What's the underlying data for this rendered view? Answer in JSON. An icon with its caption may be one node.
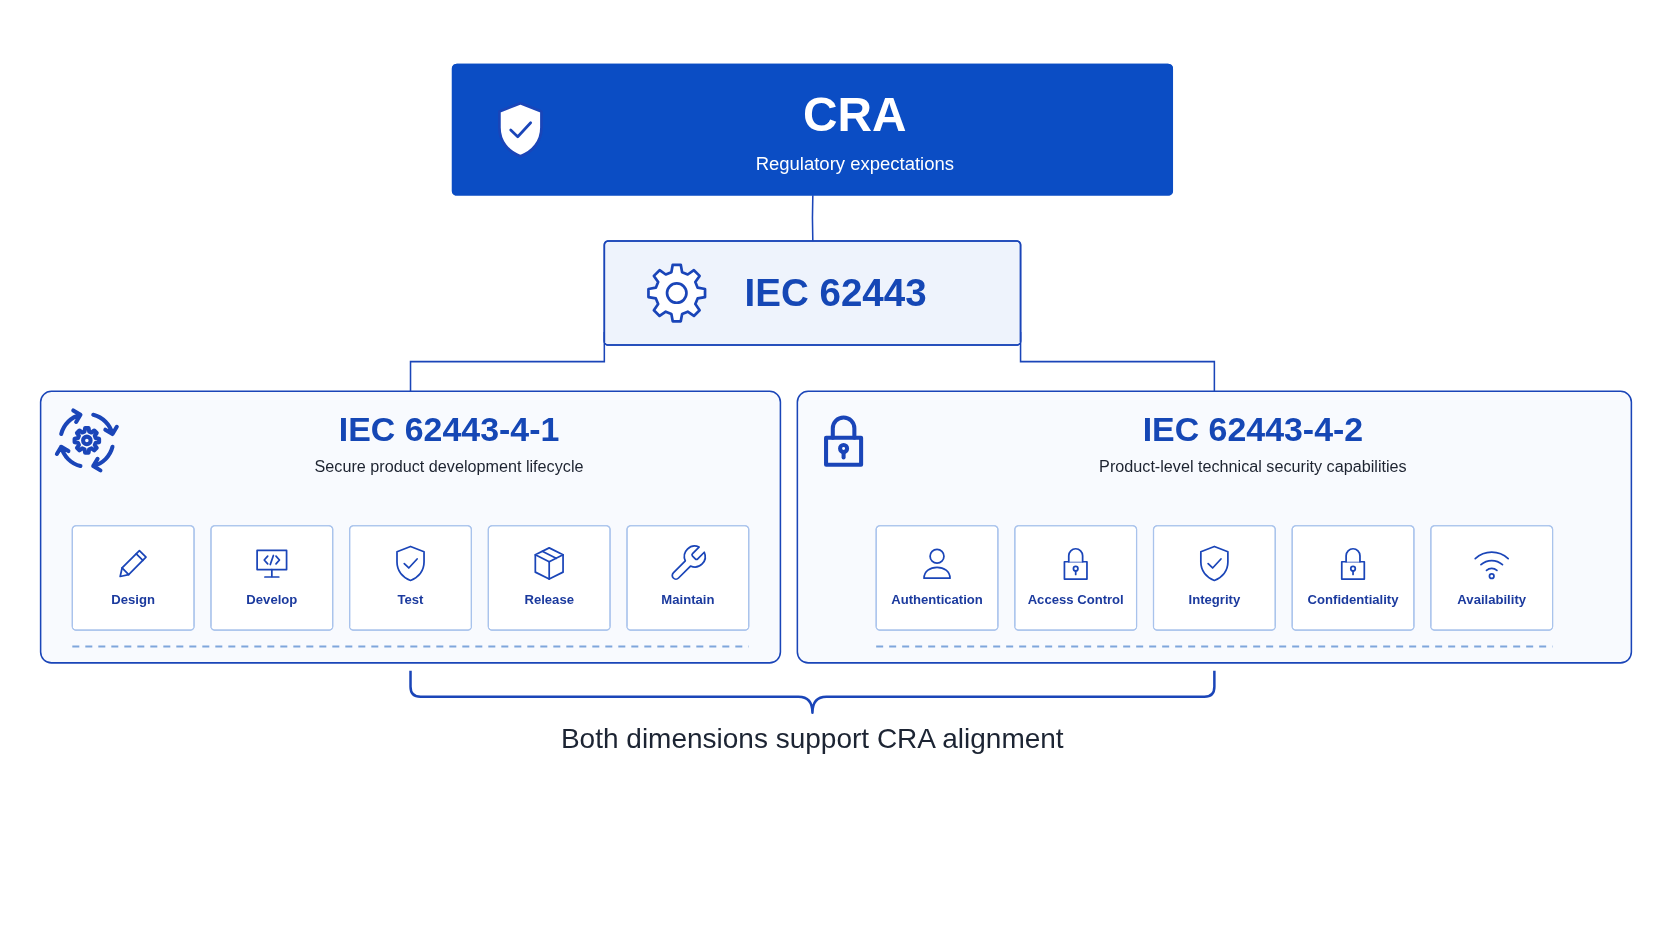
{
  "diagram": {
    "nodes": [
      {
        "text": [
          "CRA",
          "Regulatory expectations"
        ]
      },
      {
        "text": [
          "IEC 62443"
        ]
      },
      {
        "text": [
          "IEC 62443-4-1",
          "Secure product development lifecycle"
        ]
      },
      {
        "text": [
          "Design"
        ],
        "in": 2
      },
      {
        "text": [
          "Develop"
        ],
        "in": 2
      },
      {
        "text": [
          "Test"
        ],
        "in": 2
      },
      {
        "text": [
          "Release"
        ],
        "in": 2
      },
      {
        "text": [
          "Maintain"
        ],
        "in": 2
      },
      {
        "text": [
          "IEC 62443-4-2",
          "Product-level technical security capabilities"
        ]
      },
      {
        "text": [
          "Authentication"
        ],
        "in": 8
      },
      {
        "text": [
          "Access Control"
        ],
        "in": 8
      },
      {
        "text": [
          "Integrity"
        ],
        "in": 8
      },
      {
        "text": [
          "Confidentiality"
        ],
        "in": 8
      },
      {
        "text": [
          "Availability"
        ],
        "in": 8
      }
    ],
    "edges": [
      {
        "from": 0,
        "to": 1,
        "arrow": "none"
      },
      {
        "from": 1,
        "to": 2,
        "arrow": "none"
      },
      {
        "from": 1,
        "to": 8,
        "arrow": "none"
      }
    ],
    "caption": "Both dimensions support CRA alignment"
  }
}
